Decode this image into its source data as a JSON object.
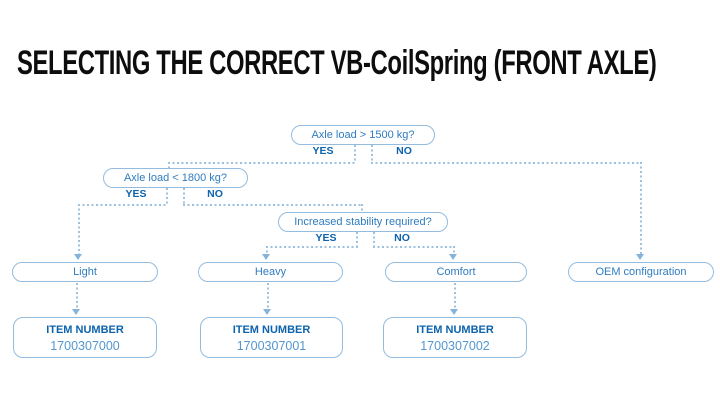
{
  "title": "SELECTING THE CORRECT VB-CoilSpring (FRONT AXLE)",
  "palette": {
    "title_black": "#0d0d0d",
    "line_blue": "#9cc2e1",
    "border_blue": "#93bcdf",
    "question_text_blue": "#2f7cc0",
    "bold_label_blue": "#0d63ad",
    "item_number_blue": "#5396cf"
  },
  "flowchart": {
    "decisions": [
      {
        "question": "Axle load > 1500 kg?",
        "yes_label": "YES",
        "no_label": "NO"
      },
      {
        "question": "Axle load < 1800 kg?",
        "yes_label": "YES",
        "no_label": "NO"
      },
      {
        "question": "Increased stability required?",
        "yes_label": "YES",
        "no_label": "NO"
      }
    ],
    "outcomes": [
      {
        "label": "Light"
      },
      {
        "label": "Heavy"
      },
      {
        "label": "Comfort"
      },
      {
        "label": "OEM configuration"
      }
    ],
    "item_numbers": [
      {
        "heading": "ITEM NUMBER",
        "value": "1700307000"
      },
      {
        "heading": "ITEM NUMBER",
        "value": "1700307001"
      },
      {
        "heading": "ITEM NUMBER",
        "value": "1700307002"
      }
    ],
    "edges": [
      {
        "from": "Axle load > 1500 kg?",
        "branch": "YES",
        "to": "Axle load < 1800 kg?"
      },
      {
        "from": "Axle load > 1500 kg?",
        "branch": "NO",
        "to": "OEM configuration"
      },
      {
        "from": "Axle load < 1800 kg?",
        "branch": "YES",
        "to": "Light"
      },
      {
        "from": "Axle load < 1800 kg?",
        "branch": "NO",
        "to": "Increased stability required?"
      },
      {
        "from": "Increased stability required?",
        "branch": "YES",
        "to": "Heavy"
      },
      {
        "from": "Increased stability required?",
        "branch": "NO",
        "to": "Comfort"
      },
      {
        "from": "Light",
        "to": "1700307000"
      },
      {
        "from": "Heavy",
        "to": "1700307001"
      },
      {
        "from": "Comfort",
        "to": "1700307002"
      }
    ]
  }
}
